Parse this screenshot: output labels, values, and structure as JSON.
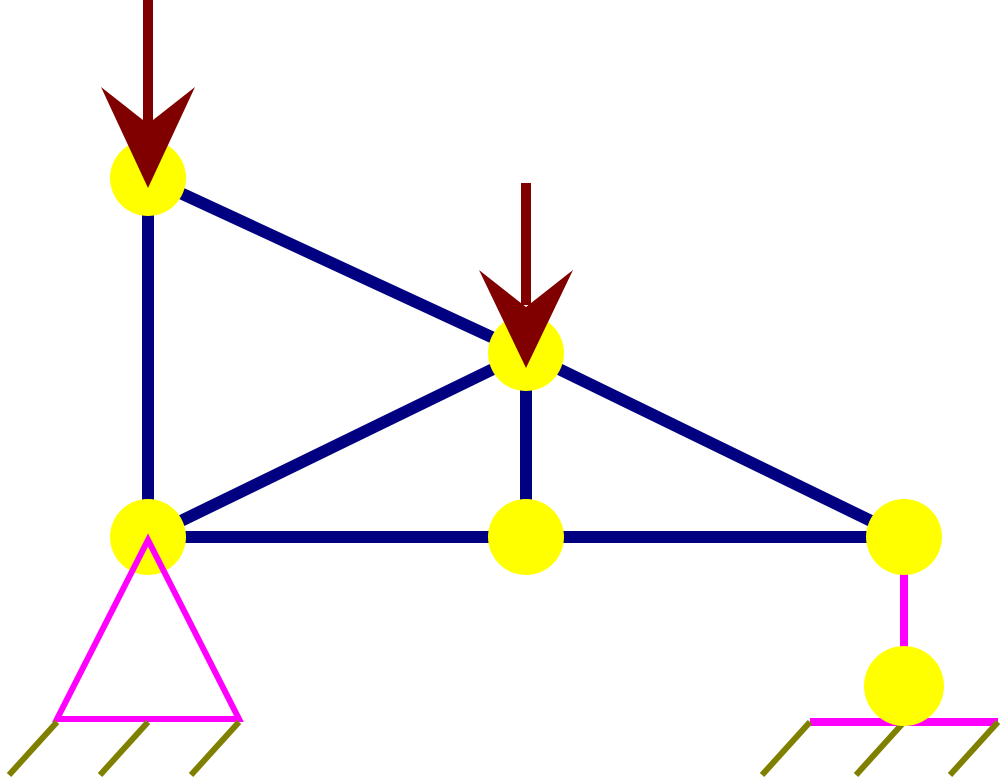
{
  "diagram": {
    "type": "truss-structure",
    "colors": {
      "background": "#ffffff",
      "member": "#000080",
      "node": "#ffff00",
      "load": "#800000",
      "support": "#ff00ff",
      "ground_hatch": "#808000"
    },
    "nodes": [
      {
        "id": "n1"
      },
      {
        "id": "n2"
      },
      {
        "id": "n3"
      },
      {
        "id": "n4"
      },
      {
        "id": "n5"
      },
      {
        "id": "n6"
      }
    ],
    "members": [
      {
        "id": "m1",
        "from": "n1",
        "to": "n3"
      },
      {
        "id": "m2",
        "from": "n1",
        "to": "n2"
      },
      {
        "id": "m3",
        "from": "n3",
        "to": "n2"
      },
      {
        "id": "m4",
        "from": "n2",
        "to": "n4"
      },
      {
        "id": "m5",
        "from": "n2",
        "to": "n5"
      },
      {
        "id": "m6",
        "from": "n3",
        "to": "n4"
      },
      {
        "id": "m7",
        "from": "n4",
        "to": "n5"
      }
    ],
    "loads": [
      {
        "id": "load1",
        "node": "n1",
        "direction": "down"
      },
      {
        "id": "load2",
        "node": "n2",
        "direction": "down"
      }
    ],
    "supports": [
      {
        "id": "support1",
        "node": "n3",
        "kind": "pin"
      },
      {
        "id": "support2",
        "node": "n5",
        "kind": "roller-link",
        "roller_node": "n6"
      }
    ]
  }
}
